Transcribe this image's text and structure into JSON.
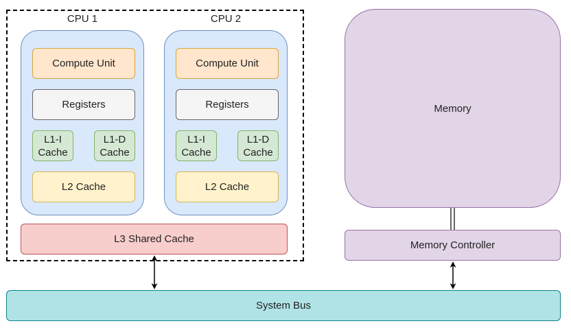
{
  "cpus": [
    {
      "label": "CPU 1",
      "compute": "Compute Unit",
      "registers": "Registers",
      "l1i": "L1-I\nCache",
      "l1d": "L1-D\nCache",
      "l2": "L2 Cache"
    },
    {
      "label": "CPU 2",
      "compute": "Compute Unit",
      "registers": "Registers",
      "l1i": "L1-I\nCache",
      "l1d": "L1-D\nCache",
      "l2": "L2 Cache"
    }
  ],
  "l3": "L3 Shared Cache",
  "memory": "Memory",
  "memory_controller": "Memory Controller",
  "system_bus": "System Bus",
  "colors": {
    "cpu": "#dae8fc",
    "compute": "#ffe6cc",
    "registers": "#f5f5f5",
    "l1": "#d5e8d4",
    "l2": "#fff2cc",
    "l3": "#f8cecc",
    "memory": "#e1d5e7",
    "bus": "#b0e3e6"
  }
}
